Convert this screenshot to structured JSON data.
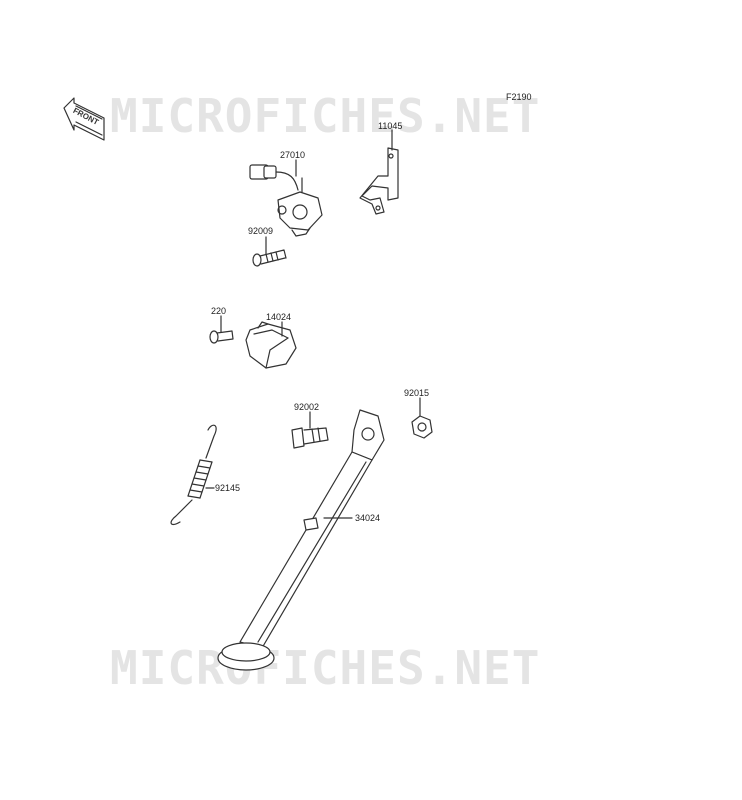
{
  "diagram": {
    "figure_code": "F2190",
    "front_label": "FRONT",
    "watermark_text": "MICROFICHES.NET",
    "parts": [
      {
        "id": "switch",
        "label": "27010"
      },
      {
        "id": "bracket",
        "label": "11045"
      },
      {
        "id": "screw",
        "label": "92009"
      },
      {
        "id": "bolt-small",
        "label": "220"
      },
      {
        "id": "cover",
        "label": "14024"
      },
      {
        "id": "nut",
        "label": "92015"
      },
      {
        "id": "pivot-bolt",
        "label": "92002"
      },
      {
        "id": "spring",
        "label": "92145"
      },
      {
        "id": "side-stand",
        "label": "34024"
      }
    ],
    "colors": {
      "line": "#333333",
      "watermark": "#e4e4e4"
    }
  }
}
